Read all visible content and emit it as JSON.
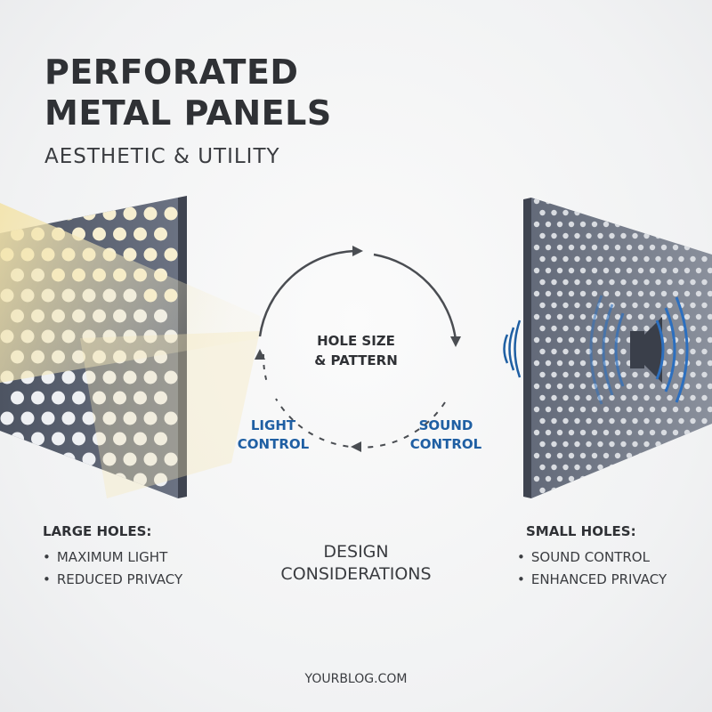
{
  "header": {
    "title_line1": "PERFORATED",
    "title_line2": "METAL PANELS",
    "subtitle": "AESTHETIC & UTILITY"
  },
  "cycle": {
    "center_line1": "HOLE SIZE",
    "center_line2": "& PATTERN",
    "left_line1": "LIGHT",
    "left_line2": "CONTROL",
    "right_line1": "SOUND",
    "right_line2": "CONTROL"
  },
  "left_column": {
    "heading": "LARGE HOLES:",
    "bullets": [
      "MAXIMUM LIGHT",
      "REDUCED PRIVACY"
    ]
  },
  "center_caption": {
    "line1": "DESIGN",
    "line2": "CONSIDERATIONS"
  },
  "right_column": {
    "heading": "SMALL HOLES:",
    "bullets": [
      "SOUND CONTROL",
      "ENHANCED PRIVACY"
    ]
  },
  "footer": "YOURBLOG.COM",
  "colors": {
    "panel": "#5b6272",
    "accent_blue": "#1f5fa3",
    "light_beam": "#f3e3a9",
    "text_dark": "#2f3135"
  }
}
